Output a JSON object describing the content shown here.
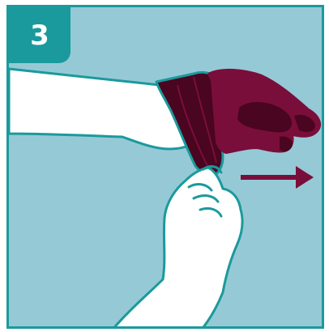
{
  "step": {
    "number": "3"
  },
  "illustration": {
    "subject": "glove-removal-step",
    "colors": {
      "background": "#96c9d6",
      "border": "#1a9a9c",
      "glove": "#7a0e3a",
      "glove_dark": "#4a0520",
      "skin": "#ffffff",
      "outline": "#1a9a9c",
      "arrow": "#7a0e3a"
    },
    "direction": "pull-right"
  }
}
